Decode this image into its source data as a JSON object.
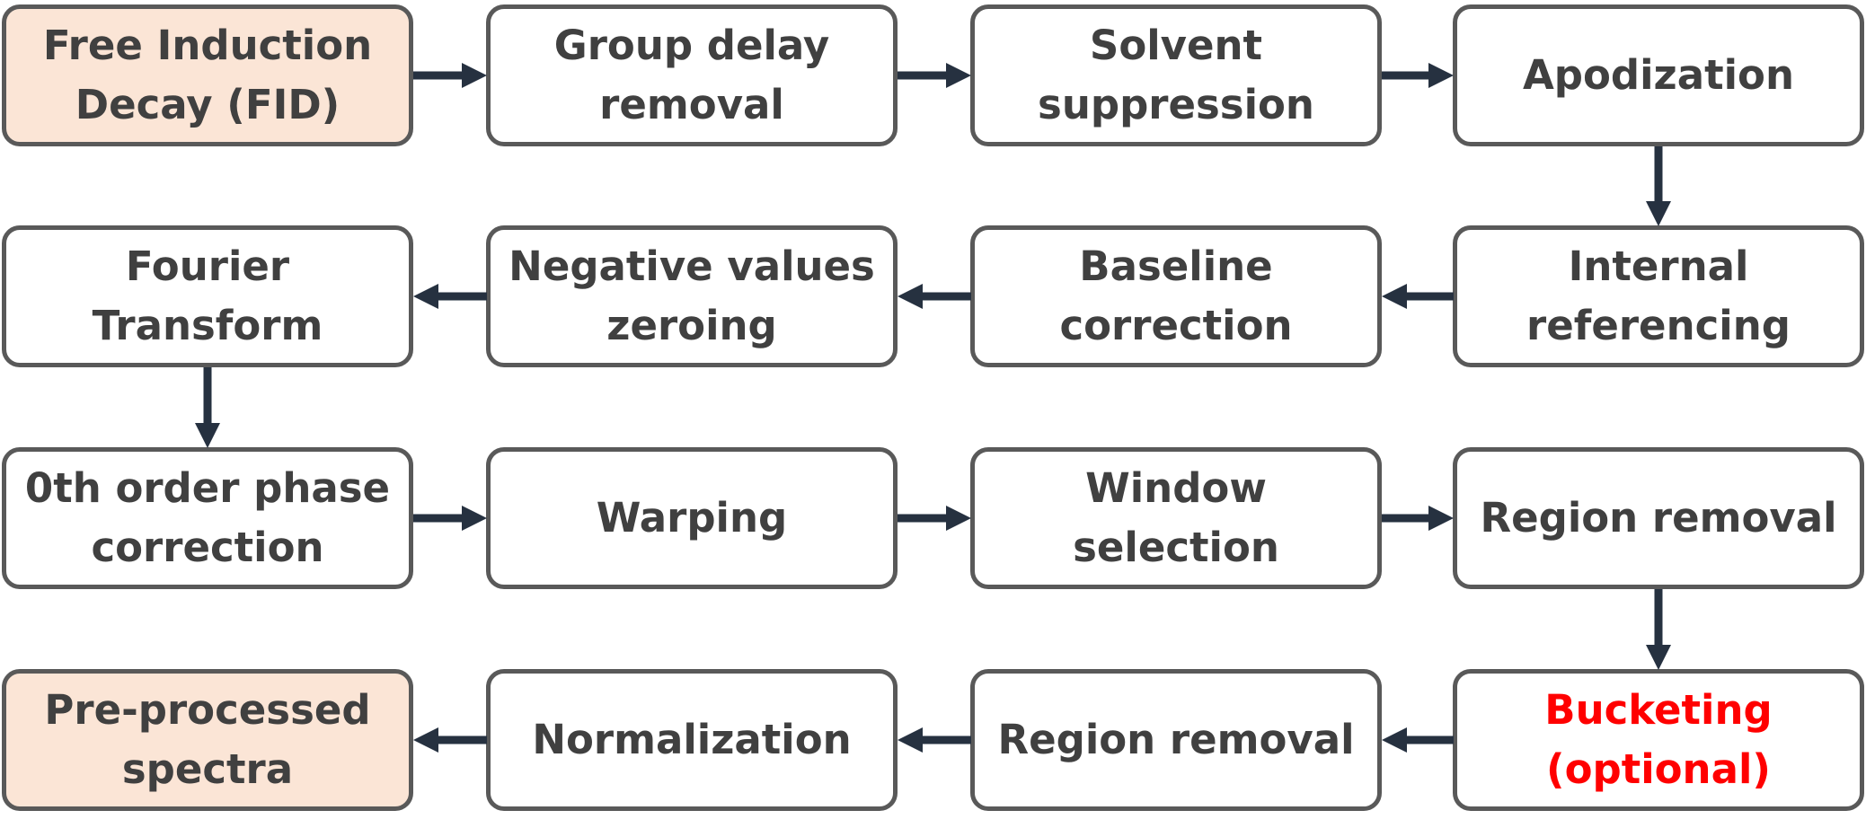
{
  "colors": {
    "box_border": "#595959",
    "box_fill": "#ffffff",
    "highlight_fill": "#fbe5d6",
    "text": "#404040",
    "optional_text": "#ff0000",
    "arrow": "#263140"
  },
  "steps": {
    "fid": "Free Induction\nDecay (FID)",
    "group_delay": "Group delay\nremoval",
    "solvent": "Solvent\nsuppression",
    "apodization": "Apodization",
    "internal_ref": "Internal\nreferencing",
    "baseline": "Baseline\ncorrection",
    "negative": "Negative values\nzeroing",
    "fourier": "Fourier\nTransform",
    "phase": "0th order phase\ncorrection",
    "warping": "Warping",
    "window": "Window\nselection",
    "region_removal_1": "Region removal",
    "bucketing": "Bucketing\n(optional)",
    "region_removal_2": "Region removal",
    "normalization": "Normalization",
    "preprocessed": "Pre-processed\nspectra"
  }
}
